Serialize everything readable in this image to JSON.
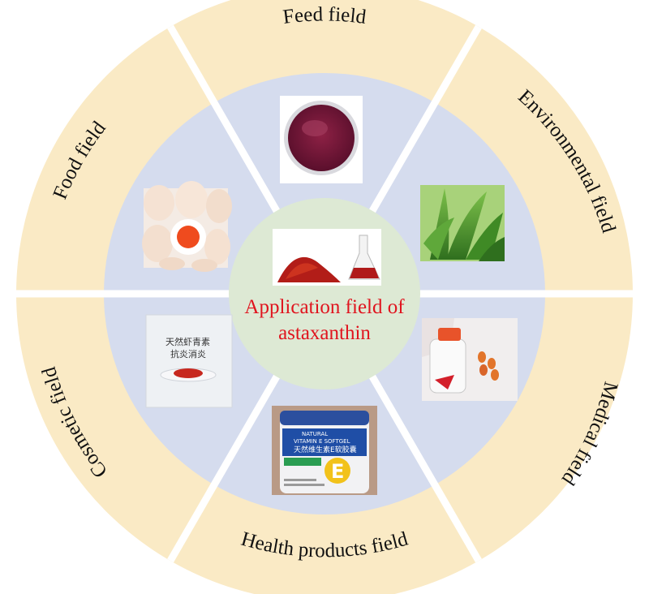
{
  "center": {
    "line1": "Application field of",
    "line2": "astaxanthin"
  },
  "sectors": [
    {
      "label": "Feed field"
    },
    {
      "label": "Environmental field"
    },
    {
      "label": "Medical field"
    },
    {
      "label": "Health products field"
    },
    {
      "label": "Cosmetic field"
    },
    {
      "label": "Food field"
    }
  ],
  "product_text": {
    "mask_line1": "天然虾青素",
    "mask_line2": "抗炎消炎",
    "bottle_line1": "NATURAL",
    "bottle_line2": "VITAMIN E SOFTGEL",
    "bottle_line3": "天然维生素E软胶囊",
    "bottle_line4": "E"
  },
  "colors": {
    "outer_ring": "#faeac5",
    "inner_ring": "#d5dcee",
    "center_disc": "#dde9d4",
    "accent_red": "#e0141e",
    "divider": "#ffffff"
  }
}
